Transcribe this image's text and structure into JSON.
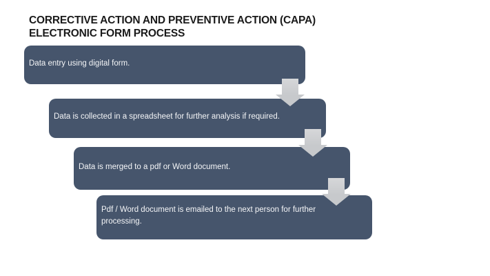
{
  "slide": {
    "title_lines": [
      "CORRECTIVE ACTION AND PREVENTIVE ACTION (CAPA)",
      "ELECTRONIC FORM PROCESS"
    ]
  },
  "process": {
    "steps": [
      {
        "text": "Data entry using digital form."
      },
      {
        "text": "Data is collected in a spreadsheet for further analysis if required."
      },
      {
        "text": "Data is merged to a pdf or Word document."
      },
      {
        "text": "Pdf / Word document is emailed to the next person for further processing."
      }
    ]
  },
  "colors": {
    "box_fill": "#46556c",
    "box_text": "#f4f5f7",
    "arrow_fill": "#c7c9cc",
    "title_color": "#1a1a1a",
    "background": "#ffffff"
  }
}
